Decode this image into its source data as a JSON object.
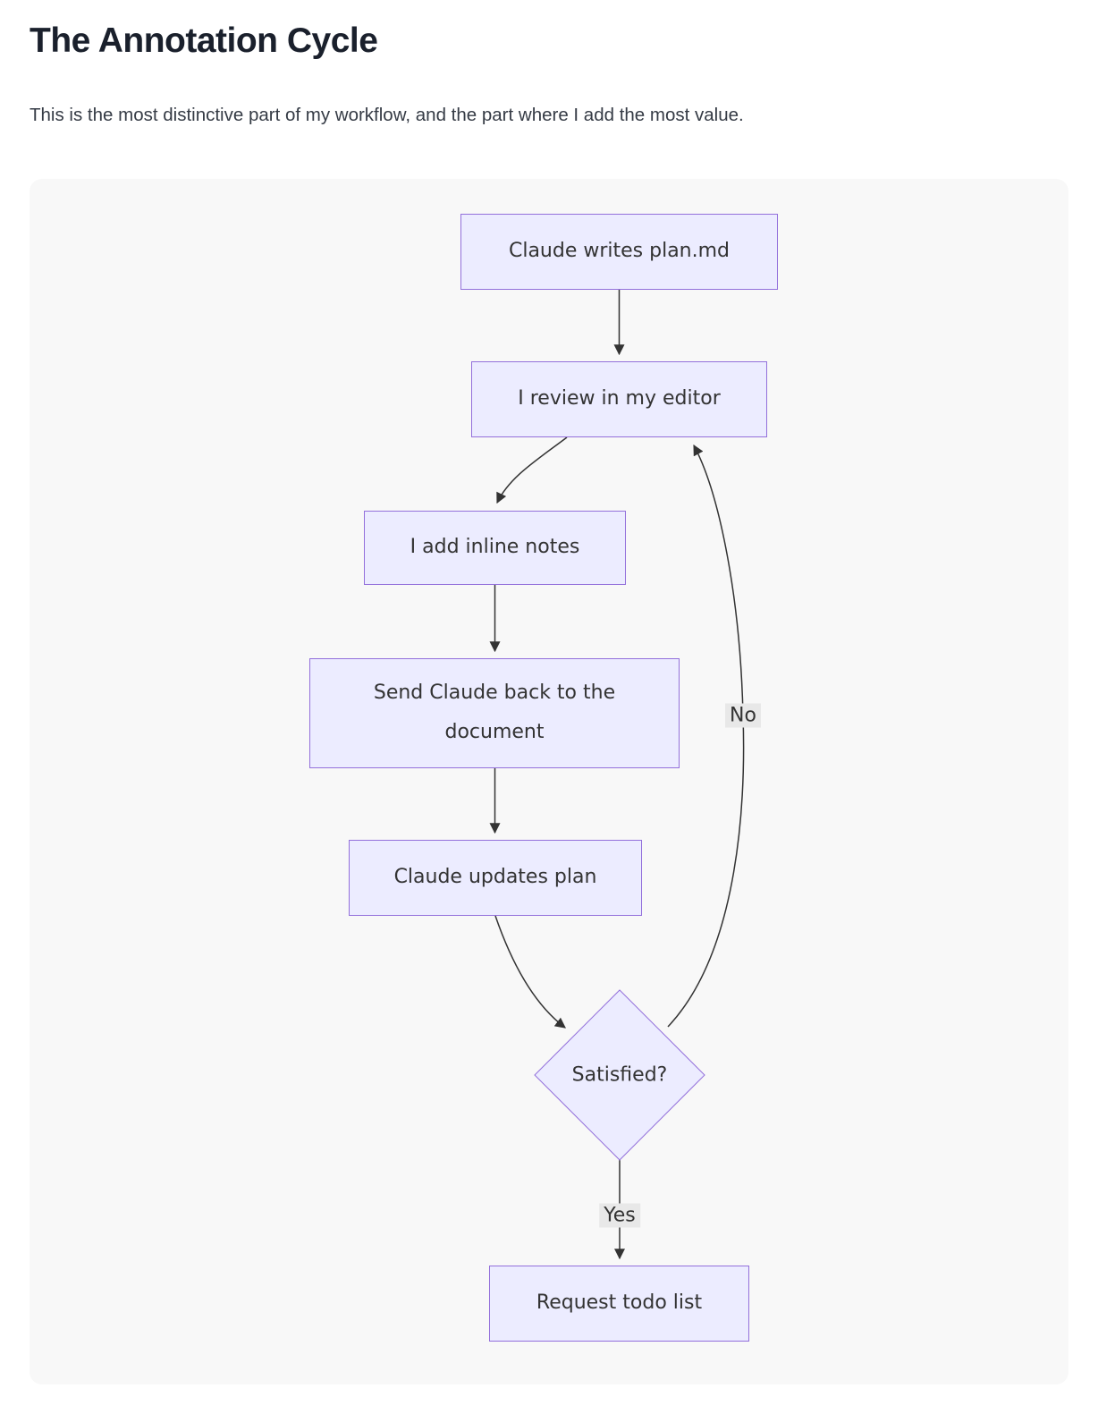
{
  "page": {
    "title": "The Annotation Cycle",
    "intro": "This is the most distinctive part of my workflow, and the part where I add the most value."
  },
  "diagram": {
    "type": "flowchart",
    "nodes": [
      {
        "id": "A",
        "shape": "rect",
        "label": "Claude writes plan.md"
      },
      {
        "id": "B",
        "shape": "rect",
        "label": "I review in my editor"
      },
      {
        "id": "C",
        "shape": "rect",
        "label": "I add inline notes"
      },
      {
        "id": "D",
        "shape": "rect",
        "label": "Send Claude back to the document"
      },
      {
        "id": "E",
        "shape": "rect",
        "label": "Claude updates plan"
      },
      {
        "id": "F",
        "shape": "diamond",
        "label": "Satisfied?"
      },
      {
        "id": "G",
        "shape": "rect",
        "label": "Request todo list"
      }
    ],
    "edges": [
      {
        "from": "A",
        "to": "B",
        "label": ""
      },
      {
        "from": "B",
        "to": "C",
        "label": ""
      },
      {
        "from": "C",
        "to": "D",
        "label": ""
      },
      {
        "from": "D",
        "to": "E",
        "label": ""
      },
      {
        "from": "E",
        "to": "F",
        "label": ""
      },
      {
        "from": "F",
        "to": "G",
        "label": "Yes"
      },
      {
        "from": "F",
        "to": "B",
        "label": "No"
      }
    ],
    "edge_labels": {
      "no": "No",
      "yes": "Yes"
    },
    "colors": {
      "node_fill": "#ECECFF",
      "node_border": "#9370DB",
      "edge_stroke": "#333333",
      "edge_label_bg": "#e8e8e8",
      "panel_bg": "#f8f8f8",
      "heading": "#1a202c"
    }
  }
}
